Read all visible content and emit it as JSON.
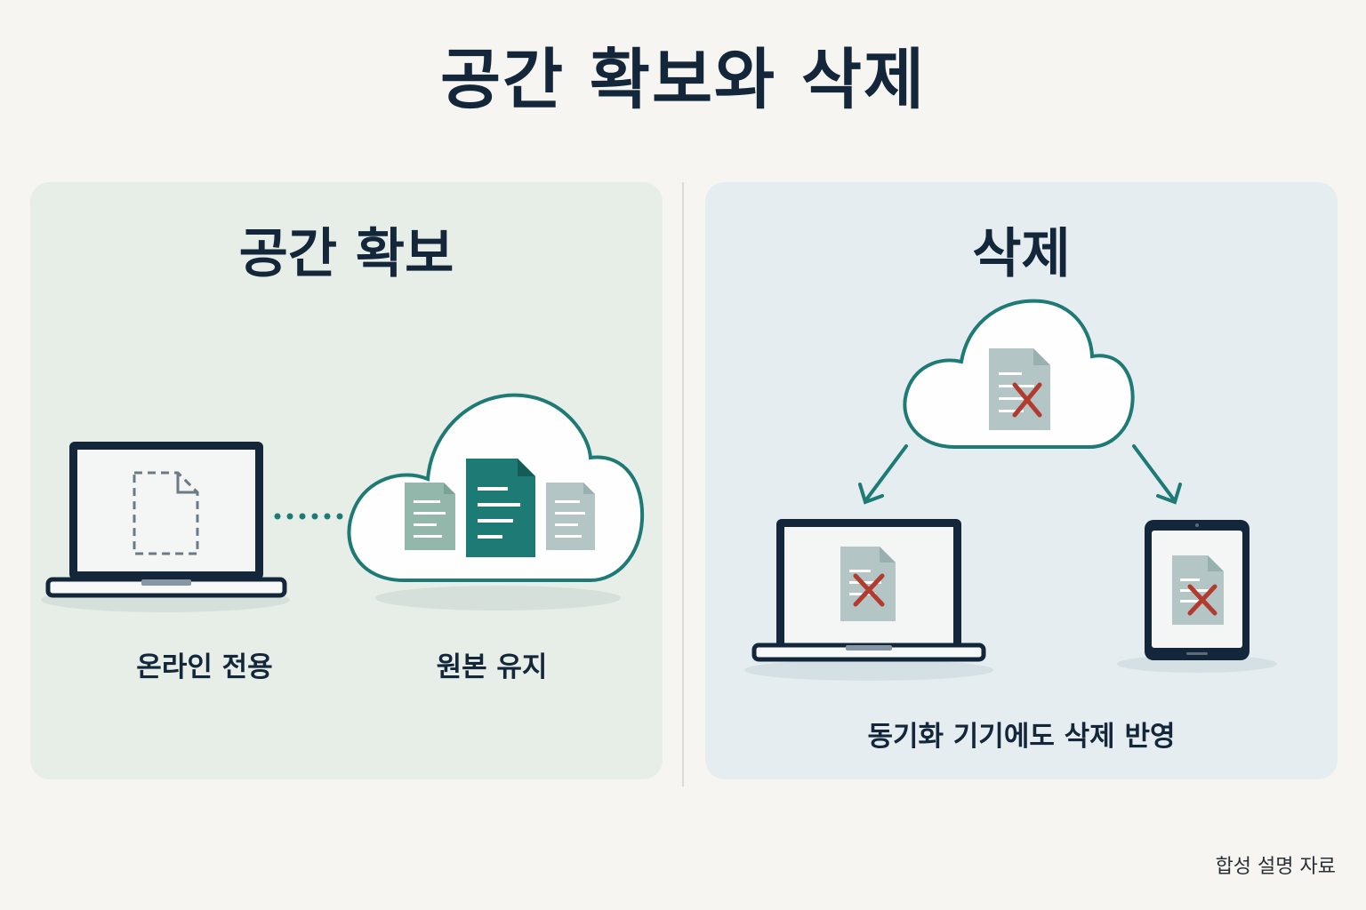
{
  "title": "공간 확보와 삭제",
  "left_panel": {
    "title": "공간 확보",
    "captions": {
      "online_only": "온라인 전용",
      "keep_original": "원본 유지"
    }
  },
  "right_panel": {
    "title": "삭제",
    "caption": "동기화 기기에도 삭제 반영"
  },
  "footnote": "합성 설명 자료",
  "colors": {
    "navy": "#13263a",
    "teal": "#1d7a75",
    "sage": "#94b7ab",
    "gray_doc": "#b3c6c5",
    "delete_red": "#b23b2f",
    "panel_left_bg": "#e7eee8",
    "panel_right_bg": "#e5edf0"
  },
  "icons": [
    "laptop-icon",
    "placeholder-file-icon",
    "cloud-icon",
    "document-icon",
    "tablet-icon",
    "delete-x-icon",
    "arrow-down-icon"
  ]
}
